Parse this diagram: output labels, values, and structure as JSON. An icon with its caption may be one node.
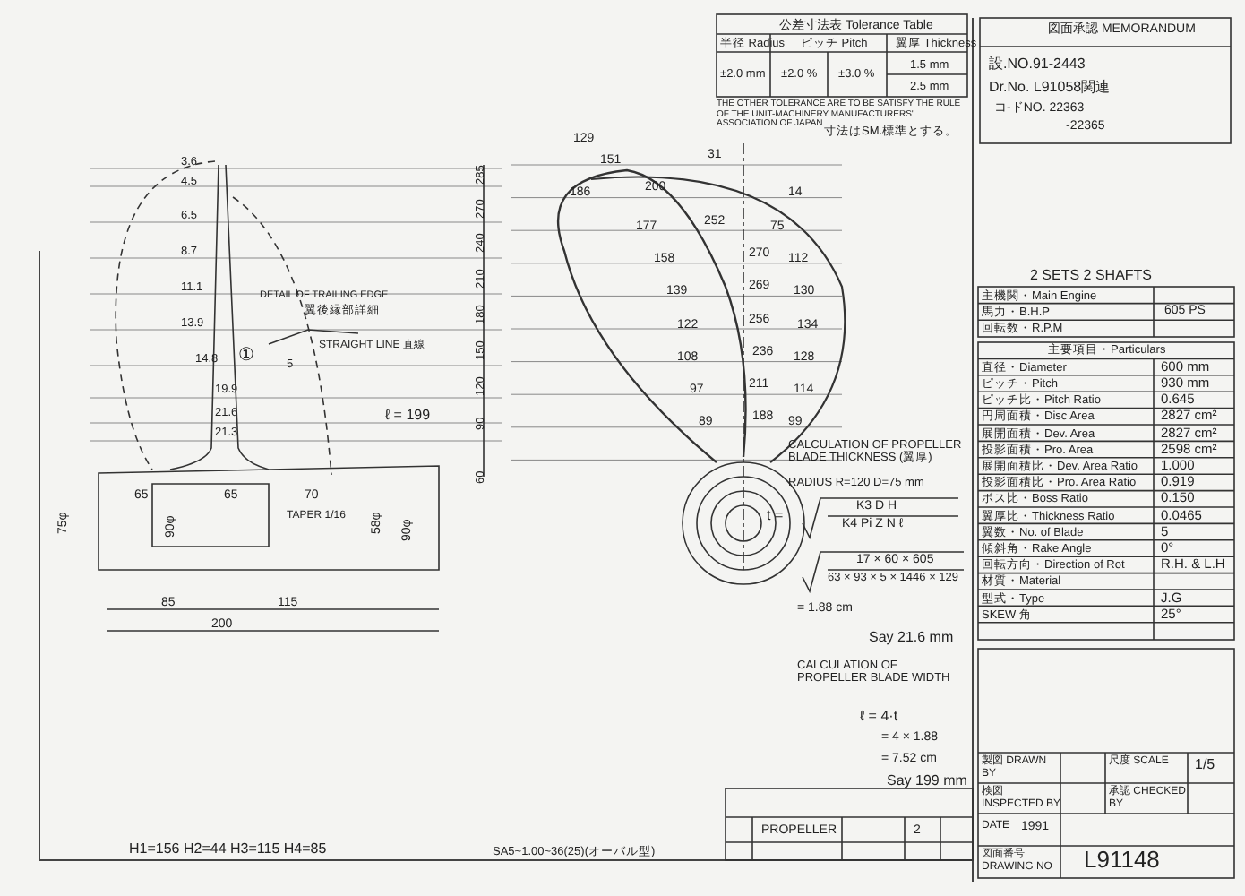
{
  "diagram": {
    "labels": [
      "公差寸法表 Tolerance Table",
      "半径 Radius",
      "ピッチ Pitch",
      "翼厚 Thickness",
      "±2.0 mm",
      "±2.0 %",
      "±3.0 %",
      "1.5 mm",
      "2.5 mm",
      "THE OTHER TOLERANCE ARE TO BE SATISFY THE RULE OF THE UNIT-MACHINERY MANUFACTURERS' ASSOCIATION OF JAPAN.",
      "寸法はSM.標準とする。",
      "図面承認 MEMORANDUM",
      "設.NO.91-2443",
      "Dr.No. L91058関連",
      "コ-ドNO. 22363",
      "-22365",
      "2 SETS 2 SHAFTS",
      "主機関・Main Engine",
      "馬力・B.H.P",
      "605 PS",
      "回転数・R.P.M",
      "主要項目・Particulars",
      "直径・Diameter",
      "600 mm",
      "ピッチ・Pitch",
      "930 mm",
      "ピッチ比・Pitch Ratio",
      "0.645",
      "円周面積・Disc Area",
      "2827 cm²",
      "展開面積・Dev. Area",
      "2827 cm²",
      "投影面積・Pro. Area",
      "2598 cm²",
      "展開面積比・Dev. Area Ratio",
      "1.000",
      "投影面積比・Pro. Area Ratio",
      "0.919",
      "ボス比・Boss Ratio",
      "0.150",
      "翼厚比・Thickness Ratio",
      "0.0465",
      "翼数・No. of Blade",
      "5",
      "傾斜角・Rake Angle",
      "0°",
      "回転方向・Direction of Rot",
      "R.H. & L.H",
      "材質・Material",
      "型式・Type",
      "J.G",
      "SKEW 角",
      "25°",
      "CALCULATION OF PROPELLER BLADE THICKNESS (翼厚)",
      "RADIUS R=120 D=75 mm",
      "t =",
      "K3 D H",
      "K4 Pi Z N ℓ",
      "17 × 60 × 605",
      "63 × 93 × 5 × 1446 × 129",
      "= 1.88 cm",
      "Say 21.6 mm",
      "CALCULATION OF PROPELLER BLADE WIDTH",
      "ℓ = 4·t",
      "= 4 × 1.88",
      "= 7.52 cm",
      "Say 199 mm",
      "PROPELLER",
      "2",
      "製図 DRAWN BY",
      "検図 INSPECTED BY",
      "承認 CHECKED BY",
      "尺度 SCALE",
      "1/5",
      "DATE",
      "1991",
      "図面番号 DRAWING NO",
      "L91148",
      "3.6",
      "4.5",
      "6.5",
      "8.7",
      "11.1",
      "13.9",
      "14.8",
      "①",
      "19.9",
      "21.6",
      "21.3",
      "DETAIL OF TRAILING EDGE",
      "翼後縁部詳細",
      "STRAIGHT LINE 直線",
      "5",
      "ℓ = 199",
      "285",
      "270",
      "240",
      "210",
      "180",
      "150",
      "120",
      "90",
      "60",
      "65",
      "65",
      "70",
      "TAPER 1/16",
      "75φ",
      "90φ",
      "58φ",
      "90φ",
      "85",
      "115",
      "200",
      "129",
      "151",
      "31",
      "186",
      "200",
      "14",
      "177",
      "252",
      "75",
      "158",
      "270",
      "112",
      "139",
      "269",
      "130",
      "122",
      "256",
      "134",
      "108",
      "236",
      "128",
      "97",
      "211",
      "114",
      "89",
      "188",
      "99",
      "H1=156 H2=44 H3=115 H4=85",
      "SA5~1.00~36(25)(オーバル型)"
    ]
  }
}
